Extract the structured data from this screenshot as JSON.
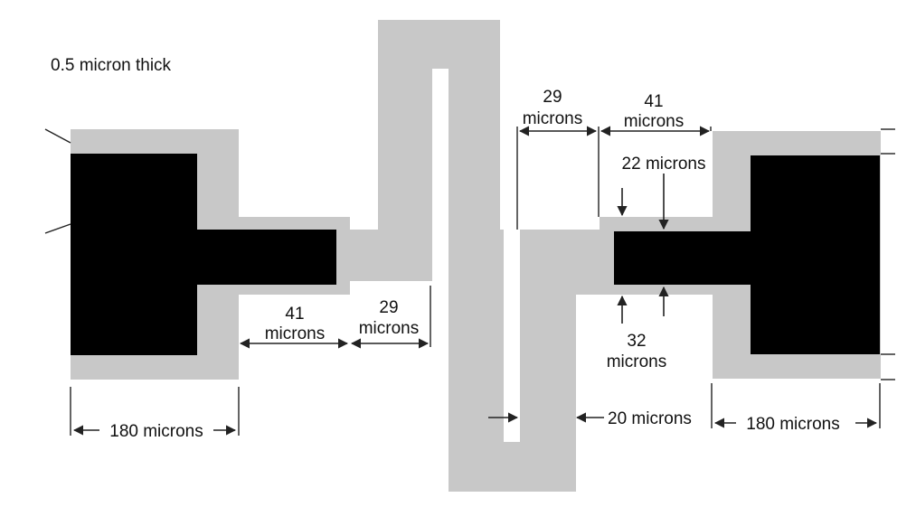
{
  "colors": {
    "metal": "#c8c8c8",
    "pad": "#000000",
    "line": "#222222",
    "background": "#ffffff"
  },
  "labels": {
    "thickness": "0.5 micron thick",
    "pad_width_left": "180 microns",
    "pad_width_right": "180 microns",
    "neck_width_left_value": "41",
    "neck_width_left_unit": "microns",
    "gap_left_value": "29",
    "gap_left_unit": "microns",
    "gap_right_value": "29",
    "gap_right_unit": "microns",
    "neck_width_right_value": "41",
    "neck_width_right_unit": "microns",
    "inner_width": "22 microns",
    "outer_width_value": "32",
    "outer_width_unit": "microns",
    "trace_width": "20 microns"
  }
}
